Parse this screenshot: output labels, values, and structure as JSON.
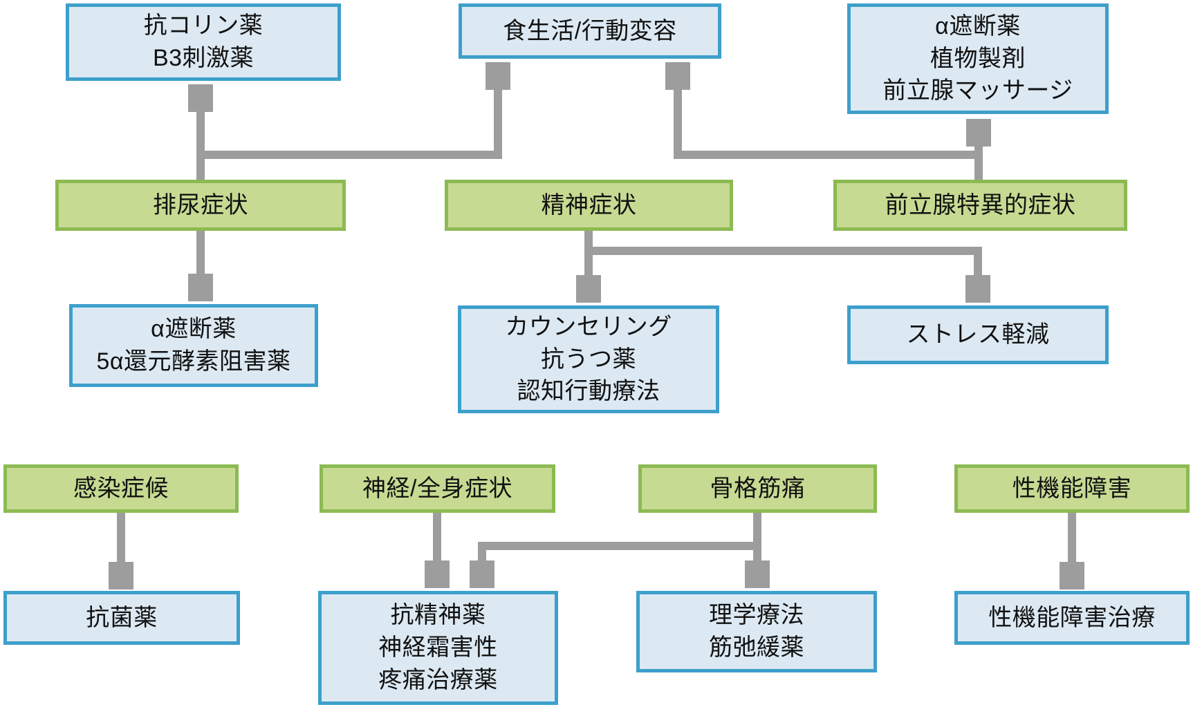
{
  "diagram_type": "flowchart",
  "colors": {
    "treatment_box_fill": "#dce9f3",
    "treatment_box_border": "#3d9fcb",
    "symptom_box_fill": "#c6da92",
    "symptom_box_border": "#8cba52",
    "arrow": "#9d9d9d",
    "text": "#111111"
  },
  "nodes": {
    "anticholinergic_b3": {
      "type": "treatment",
      "label": "抗コリン薬\nB3刺激薬"
    },
    "diet_behavior": {
      "type": "treatment",
      "label": "食生活/行動変容"
    },
    "alpha_herbal_massage": {
      "type": "treatment",
      "label": "α遮断薬\n植物製剤\n前立腺マッサージ"
    },
    "urinary": {
      "type": "symptom",
      "label": "排尿症状"
    },
    "psychological": {
      "type": "symptom",
      "label": "精神症状"
    },
    "prostate_specific": {
      "type": "symptom",
      "label": "前立腺特異的症状"
    },
    "alpha_5ari": {
      "type": "treatment",
      "label": "α遮断薬\n5α還元酵素阻害薬"
    },
    "counseling": {
      "type": "treatment",
      "label": "カウンセリング\n抗うつ薬\n認知行動療法"
    },
    "stress_reduction": {
      "type": "treatment",
      "label": "ストレス軽減"
    },
    "infection": {
      "type": "symptom",
      "label": "感染症候"
    },
    "neuro_systemic": {
      "type": "symptom",
      "label": "神経/全身症状"
    },
    "musculoskeletal": {
      "type": "symptom",
      "label": "骨格筋痛"
    },
    "sexual_dysfunction": {
      "type": "symptom",
      "label": "性機能障害"
    },
    "antibacterial": {
      "type": "treatment",
      "label": "抗菌薬"
    },
    "antipsychotic_pain": {
      "type": "treatment",
      "label": "抗精神薬\n神経霜害性\n疼痛治療薬"
    },
    "physical_therapy": {
      "type": "treatment",
      "label": "理学療法\n筋弛緩薬"
    },
    "sexual_dysfunction_tx": {
      "type": "treatment",
      "label": "性機能障害治療"
    }
  },
  "edges": [
    {
      "from": "urinary",
      "to": "anticholinergic_b3"
    },
    {
      "from": "urinary",
      "to": "diet_behavior"
    },
    {
      "from": "prostate_specific",
      "to": "alpha_herbal_massage"
    },
    {
      "from": "prostate_specific",
      "to": "diet_behavior"
    },
    {
      "from": "urinary",
      "to": "alpha_5ari"
    },
    {
      "from": "psychological",
      "to": "counseling"
    },
    {
      "from": "psychological",
      "to": "stress_reduction"
    },
    {
      "from": "infection",
      "to": "antibacterial"
    },
    {
      "from": "neuro_systemic",
      "to": "antipsychotic_pain"
    },
    {
      "from": "musculoskeletal",
      "to": "antipsychotic_pain"
    },
    {
      "from": "musculoskeletal",
      "to": "physical_therapy"
    },
    {
      "from": "sexual_dysfunction",
      "to": "sexual_dysfunction_tx"
    }
  ]
}
